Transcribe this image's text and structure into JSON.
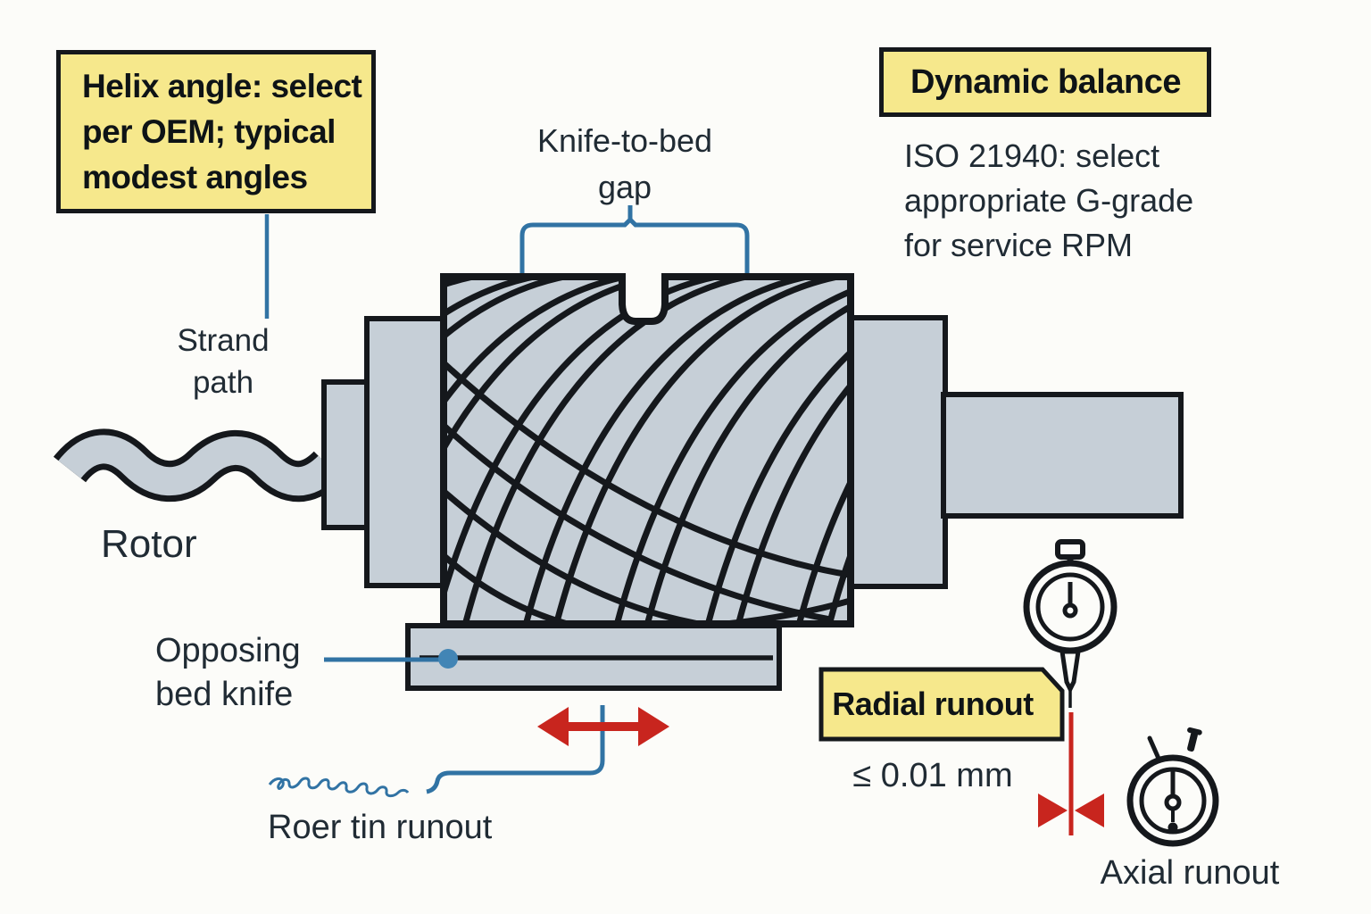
{
  "colors": {
    "background": "#fcfcf9",
    "metal_fill": "#c6cfd7",
    "outline": "#15181c",
    "accent_blue": "#3173a4",
    "accent_red": "#c8251e",
    "note_yellow": "#f6e88c",
    "text_dark": "#202b34"
  },
  "callouts": {
    "helix_angle": {
      "lines": [
        "Helix angle: select",
        "per OEM; typical",
        "modest angles"
      ]
    },
    "dynamic_balance": {
      "title": "Dynamic balance",
      "body_lines": [
        "ISO 21940: select",
        "appropriate G-grade",
        "for service RPM"
      ]
    },
    "radial_runout": {
      "label": "Radial runout",
      "tolerance": "≤ 0.01 mm"
    }
  },
  "labels": {
    "knife_gap_lines": [
      "Knife-to-bed",
      "gap"
    ],
    "strand_path_lines": [
      "Strand",
      "path"
    ],
    "rotor": "Rotor",
    "bed_knife_lines": [
      "Opposing",
      "bed knife"
    ],
    "tip_runout": "Roer tin runout",
    "axial_runout": "Axial runout"
  },
  "icons": {
    "radial_dial": "dial-indicator-icon",
    "axial_dial": "dial-indicator-icon",
    "motion_arrow": "double-headed-arrow-icon",
    "runout_markers": "inward-triangles-icon"
  }
}
